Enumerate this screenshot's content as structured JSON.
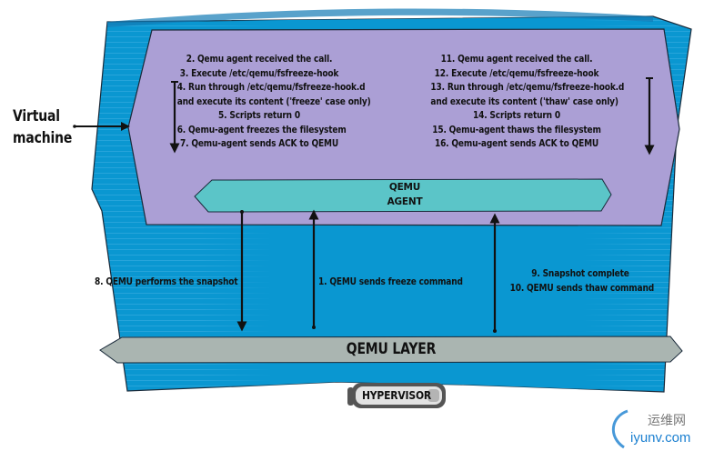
{
  "colors": {
    "host_blue": "#0a97d1",
    "vm_purple": "#ab9fd5",
    "agent_teal": "#5bc5c8",
    "layer_gray": "#aab5b1",
    "hypervisor_dark": "#555555",
    "hypervisor_light": "#e2e2e2",
    "watermark_blue": "#1a7fd0"
  },
  "vm_label": {
    "line1": "Virtual",
    "line2": "machine"
  },
  "freeze_steps": [
    "2. Qemu agent received the call.",
    "3. Execute /etc/qemu/fsfreeze-hook",
    "4. Run through /etc/qemu/fsfreeze-hook.d",
    "and execute its content ('freeze' case only)",
    "5. Scripts return 0",
    "6. Qemu-agent freezes the filesystem",
    "7. Qemu-agent sends ACK to QEMU"
  ],
  "thaw_steps": [
    "11. Qemu agent received the call.",
    "12. Execute /etc/qemu/fsfreeze-hook",
    "13. Run through /etc/qemu/fsfreeze-hook.d",
    "and execute its content ('thaw' case only)",
    "14. Scripts return 0",
    "15. Qemu-agent thaws the filesystem",
    "16. Qemu-agent sends ACK to QEMU"
  ],
  "agent": {
    "line1": "QEMU",
    "line2": "AGENT"
  },
  "arrows": {
    "snapshot": "8. QEMU performs the snapshot",
    "freeze_cmd": "1. QEMU sends freeze command",
    "complete": "9. Snapshot complete",
    "thaw_cmd": "10. QEMU sends thaw command"
  },
  "qemu_layer": "QEMU LAYER",
  "hypervisor": "HYPERVISOR",
  "watermark": {
    "cn": "运维网",
    "en": "iyunv.com"
  }
}
